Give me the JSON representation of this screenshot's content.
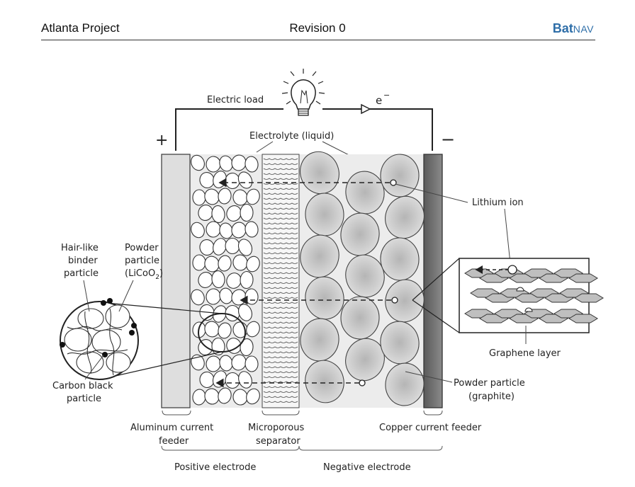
{
  "header": {
    "left": "Atlanta Project",
    "center": "Revision 0",
    "logo_bold": "Bat",
    "logo_light": "NAV"
  },
  "diagram": {
    "labels": {
      "electric_load": "Electric load",
      "electron": "e",
      "electron_sup": "−",
      "plus": "+",
      "minus": "−",
      "electrolyte": "Electrolyte (liquid)",
      "lithium_ion": "Lithium ion",
      "hair_like_1": "Hair-like",
      "hair_like_2": "binder",
      "hair_like_3": "particle",
      "powder_1": "Powder",
      "powder_2": "particle",
      "powder_3a": "(LiCoO",
      "powder_3b": "2",
      "powder_3c": ")",
      "carbon_1": "Carbon black",
      "carbon_2": "particle",
      "graphene": "Graphene layer",
      "graphite_1": "Powder particle",
      "graphite_2": "(graphite)",
      "al_1": "Aluminum current",
      "al_2": "feeder",
      "sep_1": "Microporous",
      "sep_2": "separator",
      "cu": "Copper current feeder",
      "pos": "Positive electrode",
      "neg": "Negative electrode"
    }
  }
}
